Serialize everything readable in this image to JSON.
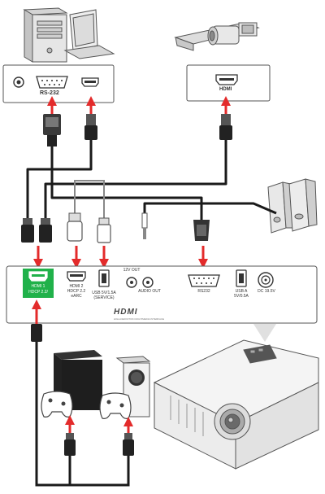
{
  "colors": {
    "arrow": "#e32b2b",
    "highlight": "#20b14a",
    "cable": "#1a1a1a",
    "device_fill": "#e9e9e9",
    "outline": "#555555"
  },
  "pc_panel": {
    "rs232_label": "RS-232"
  },
  "camcorder_panel": {
    "hdmi_label": "HDMI"
  },
  "projector_panel": {
    "hdmi1_label": "HDMI 1",
    "hdmi1_sub": "HDCP 2.2/",
    "hdmi2_label": "HDMI 2",
    "hdmi2_sub": "HDCP 2.2",
    "hdmi2_sub2": "eARC",
    "usb_label": "USB 5V/1.5A",
    "usb_sub": "(SERVICE)",
    "out12v_label": "12V OUT",
    "audio_out_label": "AUDIO OUT",
    "rs232_label": "RS232",
    "usba_label": "USB A",
    "usba_sub": "5V/0.5A",
    "dc_label": "DC 19.5V",
    "hdmi_logo": "HDMI",
    "hdmi_logo_sub": "HIGH-DEFINITION MULTIMEDIA INTERFACE"
  }
}
